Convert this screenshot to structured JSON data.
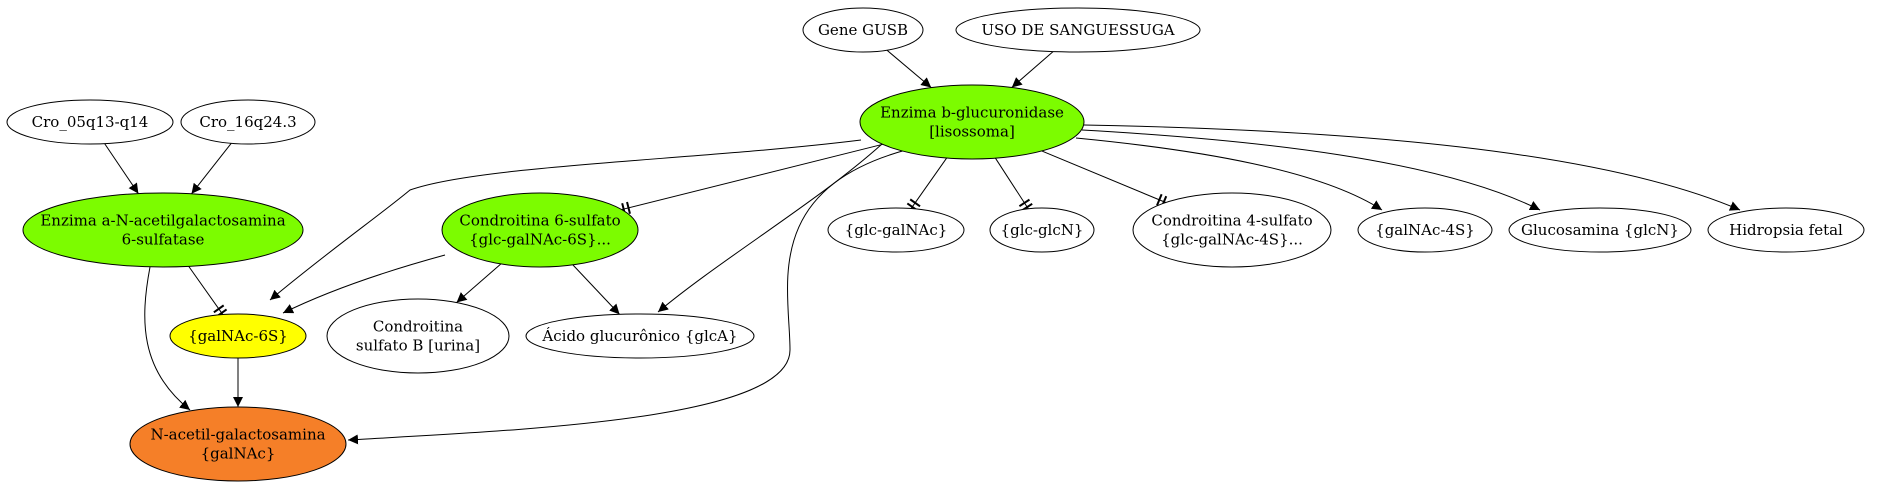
{
  "colors": {
    "green": "#7cfc00",
    "yellow": "#ffff00",
    "orange": "#f57f28",
    "white": "#ffffff",
    "stroke": "#000000"
  },
  "nodes": [
    {
      "id": "gene-gusb",
      "lines": [
        "Gene GUSB"
      ],
      "fill": "white"
    },
    {
      "id": "uso-de-sanguessuga",
      "lines": [
        "USO DE SANGUESSUGA"
      ],
      "fill": "white"
    },
    {
      "id": "enzima-b-glucuronidase",
      "lines": [
        "Enzima b-glucuronidase",
        "[lisossoma]"
      ],
      "fill": "green"
    },
    {
      "id": "cro-05q13-q14",
      "lines": [
        "Cro_05q13-q14"
      ],
      "fill": "white"
    },
    {
      "id": "cro-16q24-3",
      "lines": [
        "Cro_16q24.3"
      ],
      "fill": "white"
    },
    {
      "id": "enzima-a-n-acetilgalactosamina",
      "lines": [
        "Enzima a-N-acetilgalactosamina",
        "6-sulfatase"
      ],
      "fill": "green"
    },
    {
      "id": "condroitina-6-sulfato",
      "lines": [
        "Condroitina 6-sulfato",
        "{glc-galNAc-6S}..."
      ],
      "fill": "green"
    },
    {
      "id": "glc-galnac",
      "lines": [
        "{glc-galNAc}"
      ],
      "fill": "white"
    },
    {
      "id": "glc-glcn",
      "lines": [
        "{glc-glcN}"
      ],
      "fill": "white"
    },
    {
      "id": "condroitina-4-sulfato",
      "lines": [
        "Condroitina 4-sulfato",
        "{glc-galNAc-4S}..."
      ],
      "fill": "white"
    },
    {
      "id": "galnac-4s",
      "lines": [
        "{galNAc-4S}"
      ],
      "fill": "white"
    },
    {
      "id": "glucosamina-glcn",
      "lines": [
        "Glucosamina {glcN}"
      ],
      "fill": "white"
    },
    {
      "id": "hidropsia-fetal",
      "lines": [
        "Hidropsia fetal"
      ],
      "fill": "white"
    },
    {
      "id": "galnac-6s",
      "lines": [
        "{galNAc-6S}"
      ],
      "fill": "yellow"
    },
    {
      "id": "condroitina-sulfato-b",
      "lines": [
        "Condroitina",
        "sulfato B [urina]"
      ],
      "fill": "white"
    },
    {
      "id": "acido-glucuronico",
      "lines": [
        "Ácido glucurônico {glcA}"
      ],
      "fill": "white"
    },
    {
      "id": "n-acetil-galactosamina",
      "lines": [
        "N-acetil-galactosamina",
        "{galNAc}"
      ],
      "fill": "orange"
    }
  ],
  "edges": [
    {
      "from": "gene-gusb",
      "to": "enzima-b-glucuronidase",
      "head": "arrow"
    },
    {
      "from": "uso-de-sanguessuga",
      "to": "enzima-b-glucuronidase",
      "head": "arrow"
    },
    {
      "from": "cro-05q13-q14",
      "to": "enzima-a-n-acetilgalactosamina",
      "head": "arrow"
    },
    {
      "from": "cro-16q24-3",
      "to": "enzima-a-n-acetilgalactosamina",
      "head": "arrow"
    },
    {
      "from": "enzima-b-glucuronidase",
      "to": "condroitina-6-sulfato",
      "head": "tee"
    },
    {
      "from": "enzima-b-glucuronidase",
      "to": "glc-galnac",
      "head": "tee"
    },
    {
      "from": "enzima-b-glucuronidase",
      "to": "glc-glcn",
      "head": "tee"
    },
    {
      "from": "enzima-b-glucuronidase",
      "to": "condroitina-4-sulfato",
      "head": "tee"
    },
    {
      "from": "enzima-b-glucuronidase",
      "to": "galnac-4s",
      "head": "arrow"
    },
    {
      "from": "enzima-b-glucuronidase",
      "to": "glucosamina-glcn",
      "head": "arrow"
    },
    {
      "from": "enzima-b-glucuronidase",
      "to": "hidropsia-fetal",
      "head": "arrow"
    },
    {
      "from": "enzima-b-glucuronidase",
      "to": "galnac-6s",
      "head": "arrow"
    },
    {
      "from": "enzima-b-glucuronidase",
      "to": "acido-glucuronico",
      "head": "arrow"
    },
    {
      "from": "enzima-b-glucuronidase",
      "to": "n-acetil-galactosamina",
      "head": "arrow"
    },
    {
      "from": "enzima-a-n-acetilgalactosamina",
      "to": "galnac-6s",
      "head": "tee"
    },
    {
      "from": "enzima-a-n-acetilgalactosamina",
      "to": "n-acetil-galactosamina",
      "head": "arrow"
    },
    {
      "from": "condroitina-6-sulfato",
      "to": "galnac-6s",
      "head": "arrow"
    },
    {
      "from": "condroitina-6-sulfato",
      "to": "condroitina-sulfato-b",
      "head": "arrow"
    },
    {
      "from": "condroitina-6-sulfato",
      "to": "acido-glucuronico",
      "head": "arrow"
    },
    {
      "from": "galnac-6s",
      "to": "n-acetil-galactosamina",
      "head": "arrow"
    }
  ]
}
